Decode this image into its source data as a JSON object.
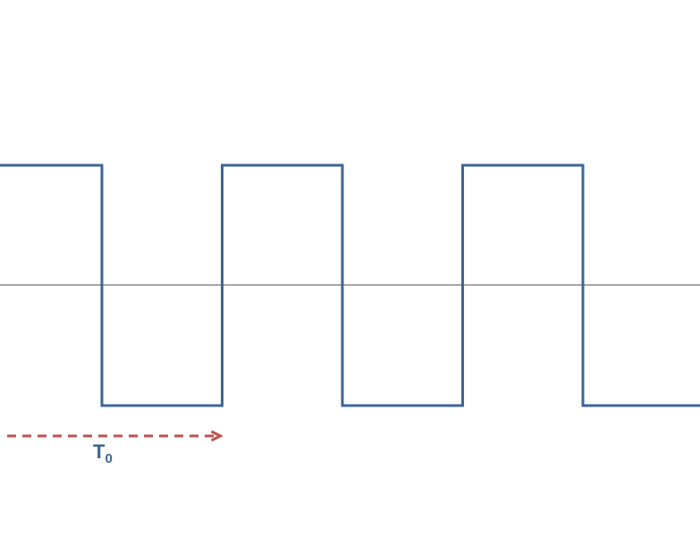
{
  "diagram": {
    "type": "square-wave",
    "levels": {
      "high": 1,
      "low": -1
    },
    "transitions": [
      -1,
      0,
      1,
      2,
      3,
      4
    ],
    "start_level": "high",
    "period_arrow": {
      "from": -1,
      "to": 1,
      "style": "dashed"
    },
    "period_label_main": "T",
    "period_label_sub": "0"
  },
  "colors": {
    "wave": "#3d6598",
    "axis": "#8a8a8a",
    "arrow": "#c0504d",
    "label": "#3d6598"
  }
}
